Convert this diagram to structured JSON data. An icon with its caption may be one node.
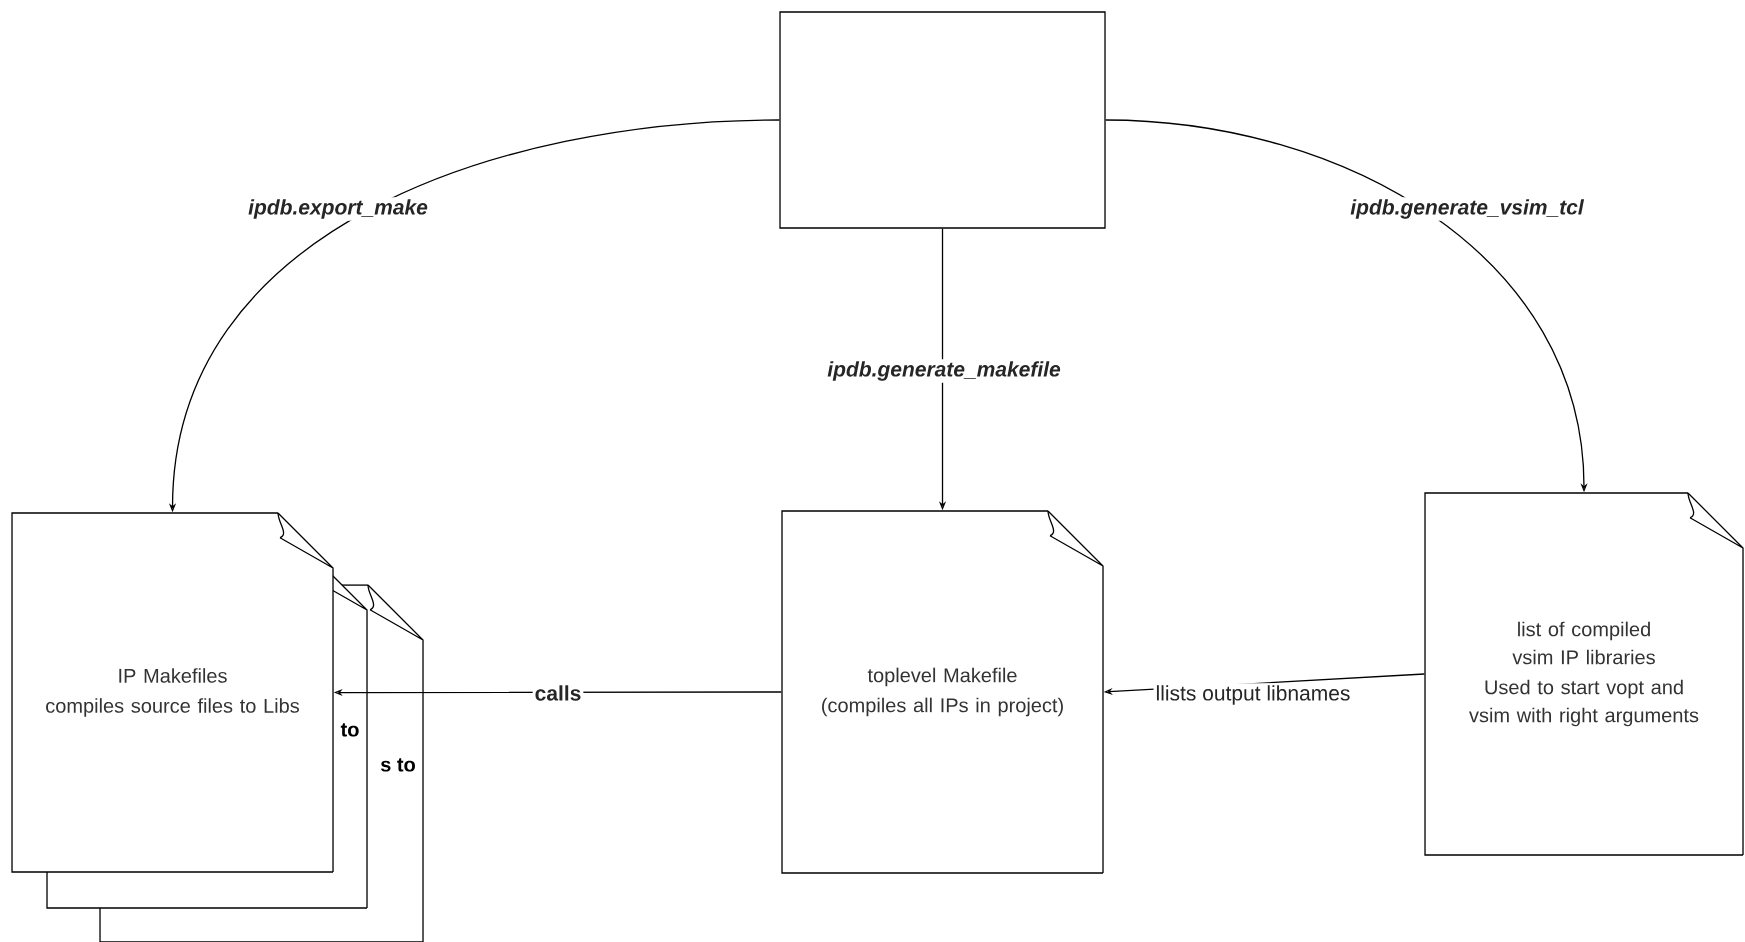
{
  "diagram": {
    "nodes": [
      {
        "text": [],
        "shape": "box"
      },
      {
        "text": [
          "IP Makefiles",
          "compiles source files to Libs"
        ]
      },
      {
        "text": [
          "to"
        ]
      },
      {
        "text": [
          "s to"
        ]
      },
      {
        "text": [
          "toplevel Makefile",
          "(compiles all IPs in project)"
        ]
      },
      {
        "text": [
          "list of compiled vsim IP libraries",
          "Used to start vopt and vsim with right arguments"
        ]
      }
    ],
    "edges": [
      {
        "from": 0,
        "to": 1,
        "arrow": "to",
        "label": "ipdb.export_make"
      },
      {
        "from": 0,
        "to": 4,
        "arrow": "to",
        "label": "ipdb.generate_makefile"
      },
      {
        "from": 0,
        "to": 5,
        "arrow": "to",
        "label": "ipdb.generate_vsim_tcl"
      },
      {
        "from": 4,
        "to": 1,
        "arrow": "to",
        "label": "calls"
      },
      {
        "from": 5,
        "to": 4,
        "arrow": "to",
        "label": "llists output libnames"
      }
    ]
  }
}
